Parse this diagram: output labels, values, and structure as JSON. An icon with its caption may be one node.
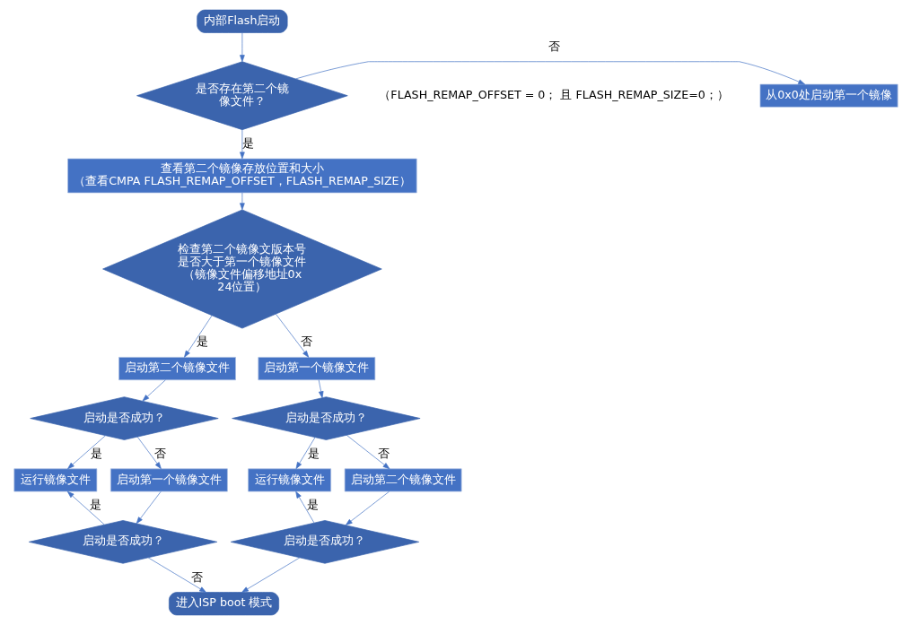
{
  "diagram": {
    "nodes": [
      {
        "text": [
          "内部Flash启动"
        ]
      },
      {
        "text": [
          "是否存在第二个镜像文件？"
        ]
      },
      {
        "text": [
          "从0x0处启动第一个镜像"
        ]
      },
      {
        "text": [
          "查看第二个镜像存放位置和大小",
          "（查看CMPA FLASH_REMAP_OFFSET，FLASH_REMAP_SIZE）"
        ]
      },
      {
        "text": [
          "检查第二个镜像文版本号是否大于第一个镜像文件（镜像文件偏移地址0x24位置）"
        ]
      },
      {
        "text": [
          "运行镜像文件"
        ]
      },
      {
        "text": [
          "启动是否成功？"
        ]
      },
      {
        "text": [
          "启动第二个镜像文件"
        ]
      },
      {
        "text": [
          "启动第一个镜像文件"
        ]
      },
      {
        "text": [
          "启动是否成功？"
        ]
      },
      {
        "text": [
          "运行镜像文件"
        ]
      },
      {
        "text": [
          "启动第一个镜像文件"
        ]
      },
      {
        "text": [
          "启动第二个镜像文件"
        ]
      },
      {
        "text": [
          "启动是否成功？"
        ]
      },
      {
        "text": [
          "启动是否成功？"
        ]
      },
      {
        "text": [
          "进入ISP boot 模式"
        ]
      }
    ],
    "edges": [
      {
        "from": 0,
        "to": 1,
        "arrow": "to"
      },
      {
        "from": 1,
        "to": 2,
        "arrow": "to",
        "label": "否"
      },
      {
        "from": 1,
        "to": 3,
        "arrow": "to",
        "label": "是"
      },
      {
        "from": 3,
        "to": 4,
        "arrow": "to"
      },
      {
        "from": 4,
        "to": 7,
        "arrow": "to",
        "label": "是"
      },
      {
        "from": 4,
        "to": 8,
        "arrow": "to",
        "label": "否"
      },
      {
        "from": 7,
        "to": 6,
        "arrow": "to"
      },
      {
        "from": 8,
        "to": 9,
        "arrow": "to"
      },
      {
        "from": 6,
        "to": 5,
        "arrow": "to",
        "label": "是"
      },
      {
        "from": 6,
        "to": 11,
        "arrow": "to",
        "label": "否"
      },
      {
        "from": 9,
        "to": 10,
        "arrow": "to",
        "label": "是"
      },
      {
        "from": 9,
        "to": 12,
        "arrow": "to",
        "label": "否"
      },
      {
        "from": 11,
        "to": 13,
        "arrow": "to"
      },
      {
        "from": 12,
        "to": 14,
        "arrow": "to"
      },
      {
        "from": 13,
        "to": 5,
        "arrow": "to",
        "label": "是"
      },
      {
        "from": 13,
        "to": 15,
        "arrow": "to",
        "label": "否"
      },
      {
        "from": 14,
        "to": 10,
        "arrow": "to",
        "label": "是"
      },
      {
        "from": 14,
        "to": 15,
        "arrow": "to"
      }
    ],
    "labels": [
      "（FLASH_REMAP_OFFSET = 0； 且 FLASH_REMAP_SIZE=0；）"
    ]
  }
}
